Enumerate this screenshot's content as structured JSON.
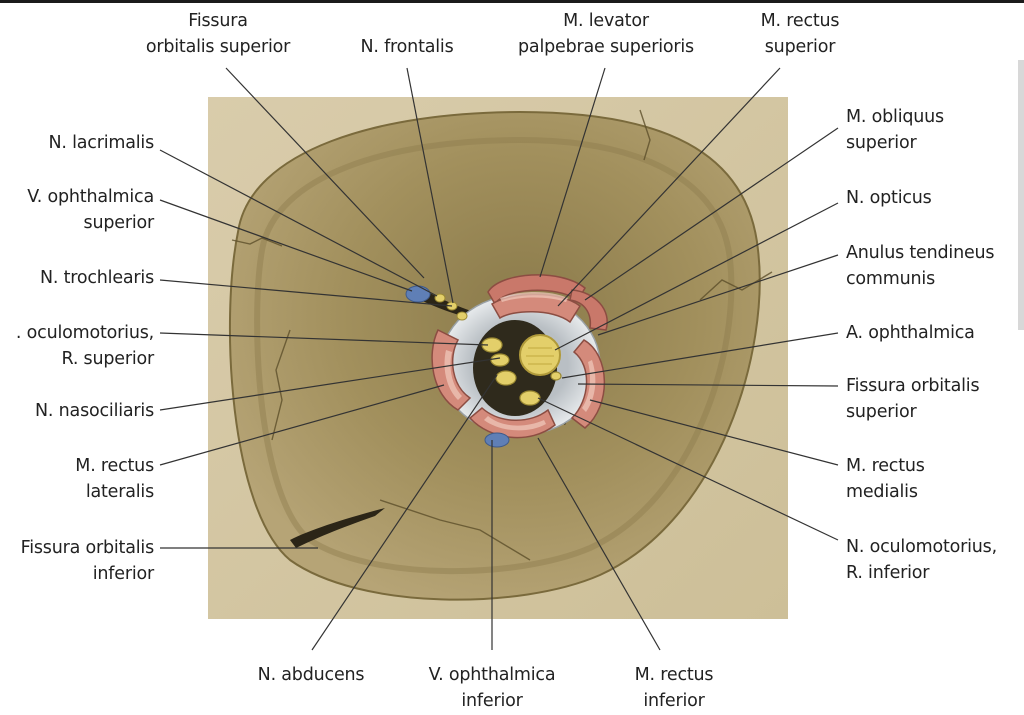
{
  "labels": {
    "fissura_sup_top": [
      "Fissura",
      "orbitalis superior"
    ],
    "n_frontalis": [
      "N. frontalis"
    ],
    "m_levator": [
      "M. levator",
      "palpebrae superioris"
    ],
    "m_rectus_sup": [
      "M. rectus",
      "superior"
    ],
    "n_lacrimalis": [
      "N. lacrimalis"
    ],
    "v_ophth_sup": [
      "V. ophthalmica",
      "superior"
    ],
    "n_trochlearis": [
      "N. trochlearis"
    ],
    "n_oculomotorius_sup": [
      ". oculomotorius,",
      "R. superior"
    ],
    "n_nasociliaris": [
      "N. nasociliaris"
    ],
    "m_rectus_lat": [
      "M. rectus",
      "lateralis"
    ],
    "fissura_inf": [
      "Fissura orbitalis",
      "inferior"
    ],
    "m_obliquus": [
      "M. obliquus",
      "superior"
    ],
    "n_opticus": [
      "N. opticus"
    ],
    "anulus": [
      "Anulus tendineus",
      "communis"
    ],
    "a_ophth": [
      "A. ophthalmica"
    ],
    "fissura_sup_right": [
      "Fissura orbitalis",
      "superior"
    ],
    "m_rectus_med": [
      "M. rectus",
      "medialis"
    ],
    "n_oculomotorius_inf": [
      "N. oculomotorius,",
      "R. inferior"
    ],
    "n_abducens": [
      "N. abducens"
    ],
    "v_ophth_inf": [
      "V. ophthalmica",
      "inferior"
    ],
    "m_rectus_inf": [
      "M. rectus",
      "inferior"
    ]
  },
  "colors": {
    "background": "#ffffff",
    "bone_outer": "#c9b98f",
    "bone_inner": "#a89660",
    "muscle": "#c9786a",
    "muscle_light": "#e8b8a8",
    "tendon": "#cfd3d6",
    "nerve": "#e3cf6a",
    "vein": "#5f7fb6",
    "fissure": "#2b2517",
    "leader": "#333333"
  }
}
